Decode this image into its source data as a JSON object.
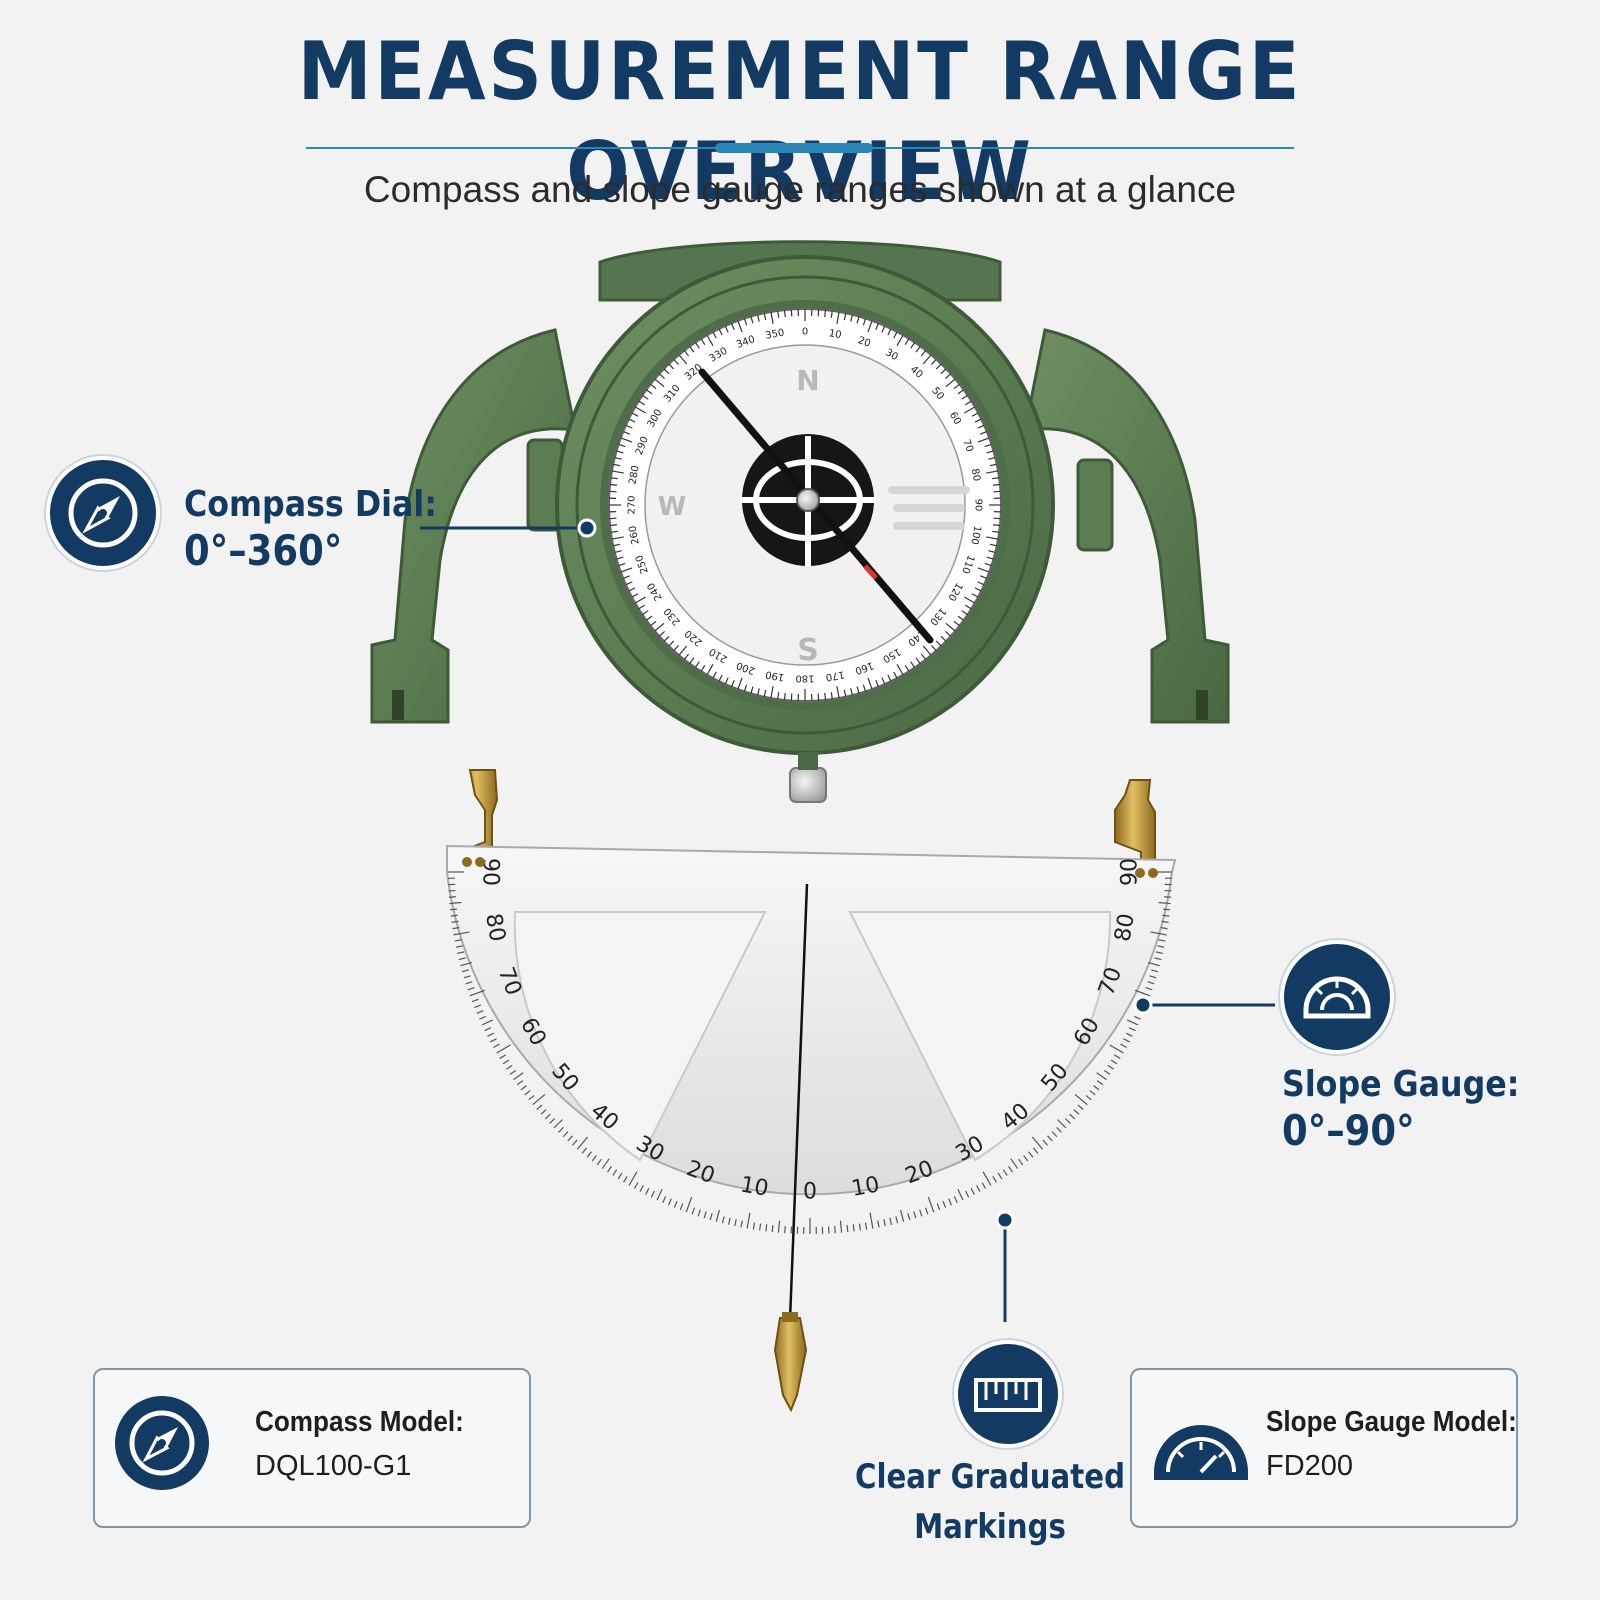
{
  "header": {
    "title": "MEASUREMENT RANGE OVERVIEW",
    "subtitle": "Compass and slope gauge ranges shown at a glance"
  },
  "compass": {
    "label": "Compass Dial:",
    "range": "0°–360°",
    "icon": "compass-icon",
    "cardinals": {
      "north": "N",
      "south": "S",
      "west": "W"
    },
    "scale_numbers": [
      "0",
      "10",
      "20",
      "30",
      "40",
      "50",
      "60",
      "70",
      "80",
      "90",
      "100",
      "110",
      "120",
      "130",
      "140",
      "150",
      "160",
      "170",
      "180",
      "190",
      "200",
      "210",
      "220",
      "230",
      "240",
      "250",
      "260",
      "270",
      "280",
      "290",
      "300",
      "310",
      "320",
      "330",
      "340",
      "350"
    ]
  },
  "slope_gauge": {
    "label": "Slope Gauge:",
    "range": "0°–90°",
    "icon": "protractor-icon",
    "scale_numbers": [
      "0",
      "10",
      "20",
      "30",
      "40",
      "50",
      "60",
      "70",
      "80",
      "90"
    ]
  },
  "markings": {
    "label_line1": "Clear Graduated",
    "label_line2": "Markings",
    "icon": "ruler-icon"
  },
  "models": [
    {
      "key": "Compass Model:",
      "value": "DQL100-G1",
      "icon": "compass-icon"
    },
    {
      "key": "Slope Gauge Model:",
      "value": "FD200",
      "icon": "gauge-icon"
    }
  ],
  "colors": {
    "navy": "#123a63",
    "accent_blue": "#2a87b8",
    "compass_green": "#5e7f55",
    "brass": "#c39b3d",
    "background": "#f2f2f2"
  }
}
